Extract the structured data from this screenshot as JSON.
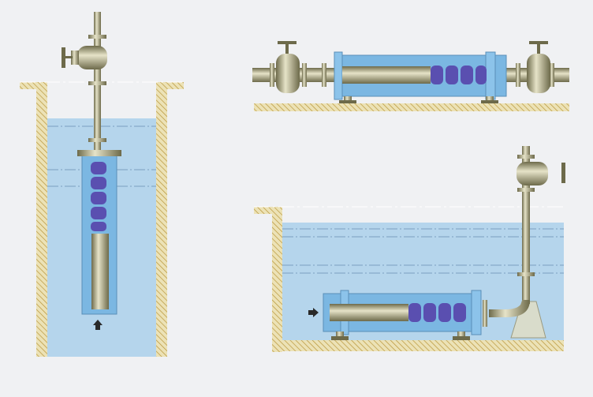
{
  "diagram": {
    "panels": [
      {
        "id": "vertical-well-installation"
      },
      {
        "id": "horizontal-inline-installation"
      },
      {
        "id": "horizontal-submerged-tank-installation"
      }
    ]
  },
  "colors": {
    "background": "#f0f1f3",
    "water": "#b5d5ec",
    "casing": "#7bb7e2",
    "impeller": "#5a4fb0",
    "metal": "#b9b58e",
    "metal_dark": "#6d6a4a",
    "hatch": "#c8a84a",
    "ground": "#e9dfb6"
  },
  "icons": [
    "flow-arrow-up-icon",
    "flow-arrow-right-icon",
    "valve-handwheel-icon"
  ]
}
